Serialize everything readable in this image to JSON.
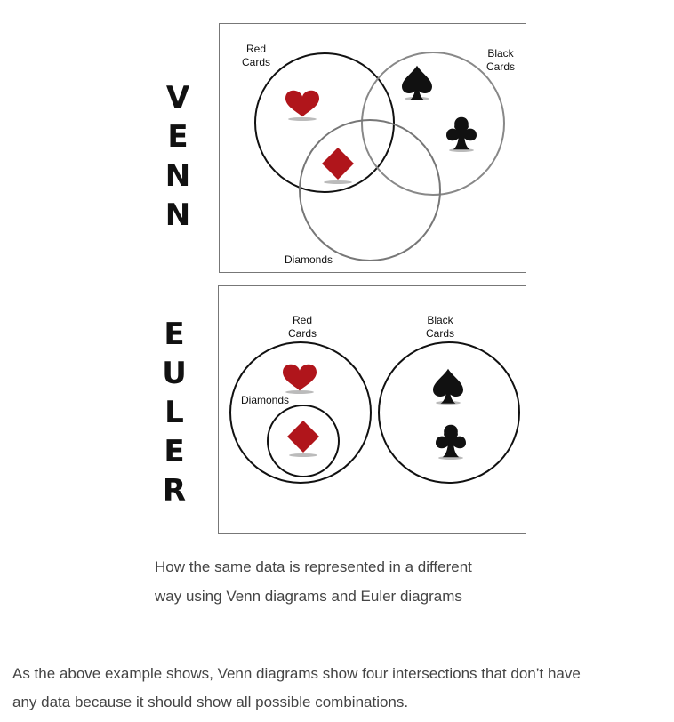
{
  "venn": {
    "letters": [
      "V",
      "E",
      "N",
      "N"
    ],
    "labels": {
      "red_cards": [
        "Red",
        "Cards"
      ],
      "black_cards": [
        "Black",
        "Cards"
      ],
      "diamonds": "Diamonds"
    }
  },
  "euler": {
    "letters": [
      "E",
      "U",
      "L",
      "E",
      "R"
    ],
    "labels": {
      "red_cards": [
        "Red",
        "Cards"
      ],
      "black_cards": [
        "Black",
        "Cards"
      ],
      "diamonds": "Diamonds"
    }
  },
  "icons": {
    "heart": "heart-icon",
    "diamond": "diamond-icon",
    "spade": "spade-icon",
    "club": "club-icon"
  },
  "colors": {
    "red_suit": "#b0151b",
    "black_suit": "#111111"
  },
  "caption": {
    "line1": "How the same data is represented in a different",
    "line2": "way using Venn diagrams and Euler diagrams"
  },
  "body": {
    "line1": "As the above example shows, Venn diagrams show four intersections that don’t have",
    "line2": "any data because it should show all possible combinations."
  }
}
